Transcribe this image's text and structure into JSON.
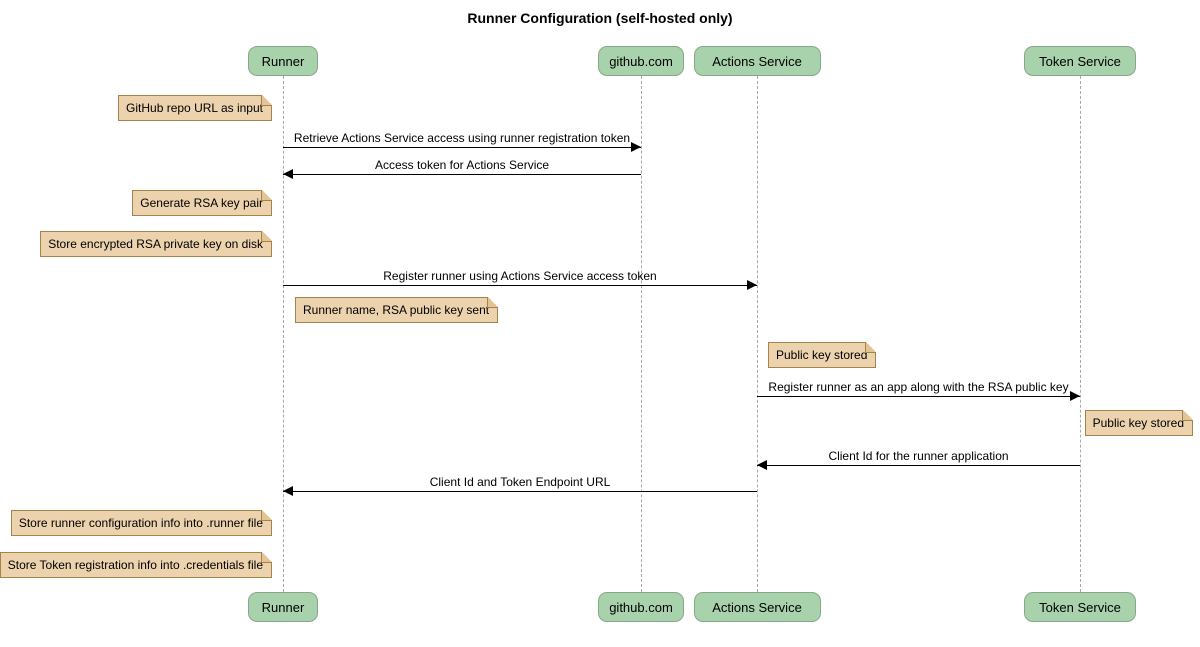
{
  "title": "Runner Configuration (self-hosted only)",
  "participants": [
    {
      "id": "runner",
      "label": "Runner"
    },
    {
      "id": "github",
      "label": "github.com"
    },
    {
      "id": "actions",
      "label": "Actions Service"
    },
    {
      "id": "token",
      "label": "Token Service"
    }
  ],
  "messages": [
    {
      "from": "runner",
      "to": "github",
      "label": "Retrieve Actions Service access using runner registration token"
    },
    {
      "from": "github",
      "to": "runner",
      "label": "Access token for Actions Service"
    },
    {
      "from": "runner",
      "to": "actions",
      "label": "Register runner using Actions Service access token"
    },
    {
      "from": "actions",
      "to": "token",
      "label": "Register runner as an app along with the RSA public key"
    },
    {
      "from": "token",
      "to": "actions",
      "label": "Client Id for the runner application"
    },
    {
      "from": "actions",
      "to": "runner",
      "label": "Client Id and Token Endpoint URL"
    }
  ],
  "notes": [
    {
      "label": "GitHub repo URL as input"
    },
    {
      "label": "Generate RSA key pair"
    },
    {
      "label": "Store encrypted RSA private key on disk"
    },
    {
      "label": "Runner name, RSA public key sent"
    },
    {
      "label": "Public key stored"
    },
    {
      "label": "Public key stored"
    },
    {
      "label": "Store runner configuration info into .runner file"
    },
    {
      "label": "Store Token registration info into .credentials file"
    }
  ],
  "colors": {
    "background": "#FFFFFF",
    "participant_fill": "#A8D2AB",
    "participant_border": "#86A888",
    "note_fill": "#ECD2AD",
    "note_border": "#A6824C",
    "lifeline": "#A9A9A9",
    "line": "#000000"
  }
}
